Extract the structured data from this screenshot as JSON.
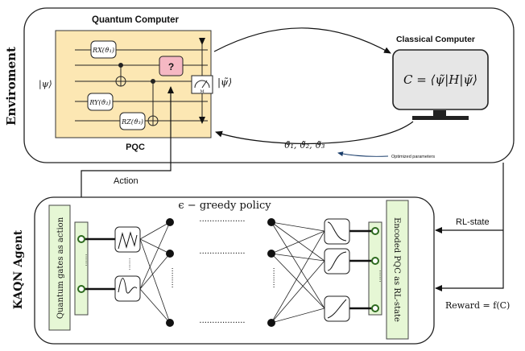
{
  "environment": {
    "side_label": "Enviroment",
    "quantum_computer_title": "Quantum Computer",
    "pqc_label": "PQC",
    "input_state": "|ψ⟩",
    "output_state": "|ψ̃⟩",
    "gates": {
      "rx": "RX(ϑ₁)",
      "ry": "RY(ϑ₂)",
      "rz": "RZ(ϑ₃)",
      "unknown": "?",
      "measure_sub": "M"
    },
    "classical_computer_title": "Classical Computer",
    "cost_formula": "C = ⟨ψ̃|H|ψ̃⟩",
    "params_label": "ϑ̃₁, ϑ̃₂, ϑ̃₃",
    "optimized_params_label": "Optimized parameters"
  },
  "arrows": {
    "action_label": "Action",
    "rl_state_label": "RL-state",
    "reward_label": "Reward = f(C)"
  },
  "agent": {
    "side_label": "KAQN Agent",
    "policy_label": "ϵ − greedy policy",
    "left_bar_label": "Quantum gates as action",
    "right_bar_label": "Encoded PQC as RL-state",
    "dots_label": "······"
  },
  "colors": {
    "pqc_fill": "#fce7b3",
    "unknown_gate_fill": "#f5b8c3",
    "green_bar_fill": "#e6f7d5",
    "green_node": "#2e6b1f",
    "monitor_fill": "#e6e6e6"
  }
}
